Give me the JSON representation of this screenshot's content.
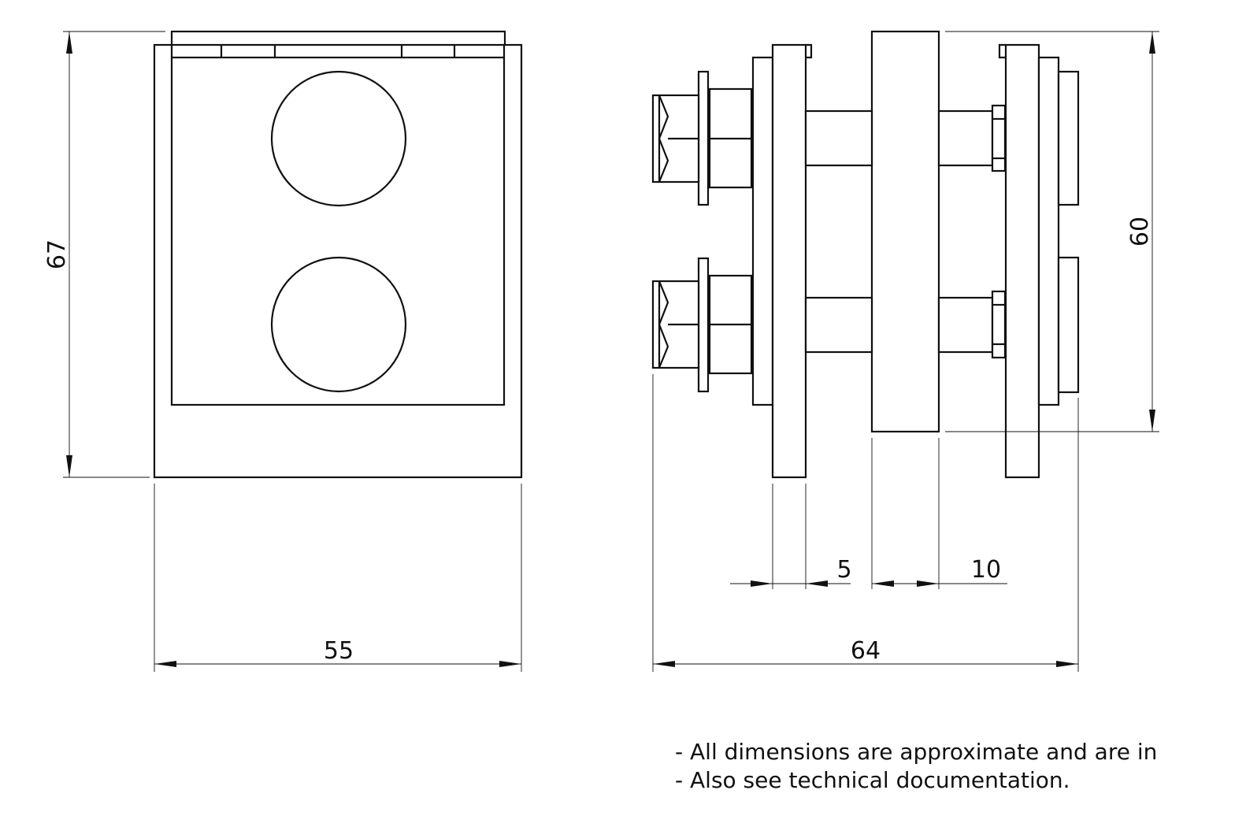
{
  "dimensions": {
    "front_width": "55",
    "front_height": "67",
    "side_total_width": "64",
    "side_height": "60",
    "plate_thickness": "5",
    "center_thickness": "10"
  },
  "notes": [
    "- All dimensions are approximate and are in",
    "- Also see technical documentation."
  ]
}
